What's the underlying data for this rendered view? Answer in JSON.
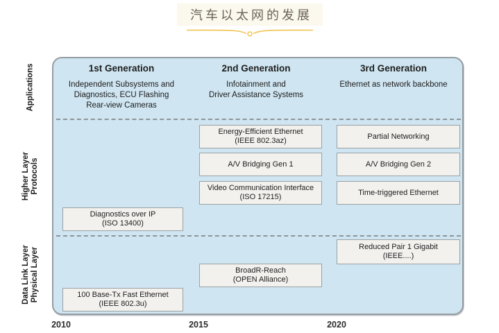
{
  "title": {
    "text": "汽车以太网的发展"
  },
  "generations": [
    {
      "label": "1st Generation",
      "desc": [
        "Independent Subsystems and",
        "Diagnostics, ECU Flashing",
        "Rear-view Cameras"
      ]
    },
    {
      "label": "2nd Generation",
      "desc": [
        "Infotainment and",
        "Driver Assistance Systems"
      ]
    },
    {
      "label": "3rd Generation",
      "desc": [
        "Ethernet as network backbone"
      ]
    }
  ],
  "layers": [
    {
      "lines": [
        "Applications",
        ""
      ]
    },
    {
      "lines": [
        "Higher Layer",
        "Protocols"
      ]
    },
    {
      "lines": [
        "Data Link Layer",
        "Physical Layer"
      ]
    }
  ],
  "boxes": {
    "diagnostics_ip": {
      "title": "Diagnostics over IP",
      "subtitle": "(ISO 13400)"
    },
    "eee": {
      "title": "Energy-Efficient Ethernet",
      "subtitle": "(IEEE 802.3az)"
    },
    "avb1": {
      "title": "A/V Bridging Gen 1",
      "subtitle": ""
    },
    "vci": {
      "title": "Video Communication Interface",
      "subtitle": "(ISO 17215)"
    },
    "partial": {
      "title": "Partial Networking",
      "subtitle": ""
    },
    "avb2": {
      "title": "A/V Bridging Gen 2",
      "subtitle": ""
    },
    "tte": {
      "title": "Time-triggered Ethernet",
      "subtitle": ""
    },
    "broadr": {
      "title": "BroadR-Reach",
      "subtitle": "(OPEN Alliance)"
    },
    "fast_ethernet": {
      "title": "100 Base-Tx Fast Ethernet",
      "subtitle": "(IEEE 802.3u)"
    },
    "rp1g": {
      "title": "Reduced Pair 1 Gigabit",
      "subtitle": "(IEEE....)"
    }
  },
  "timeline": {
    "years": [
      "2010",
      "2015",
      "2020"
    ]
  },
  "colors": {
    "container_fill": "#cfe5f1",
    "container_border": "#959ca1",
    "box_fill": "#f2f1ee",
    "box_border": "#9aa0a3",
    "accent_gold": "#f0c34e",
    "title_bg": "#fbf8ed",
    "title_text": "#6b6457",
    "dash_color": "#8d9499"
  }
}
